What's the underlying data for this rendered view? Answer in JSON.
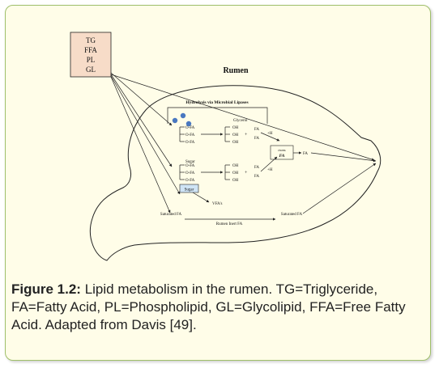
{
  "diagram": {
    "input_box": [
      "TG",
      "FFA",
      "PL",
      "GL"
    ],
    "rumen_label": "Rumen",
    "hydrolysis_label": "Hydrolysis via Microbial Lipases",
    "glycerol_label": "Glycerol",
    "sugar_label": "Sugar",
    "sugar_box": "Sugar",
    "o_fa": "O-FA",
    "oh": "OH",
    "plus": "+",
    "fa": "FA",
    "plus_h": "+H",
    "trans_fa_line1": "trans",
    "trans_fa_line2": "FA",
    "arrow_fa": "FA",
    "vfa_label": "VFA's",
    "saturated_fa": "Saturated FA",
    "rumen_inert_fa": "Rumen Inert FA"
  },
  "caption": {
    "label": "Figure 1.2:",
    "text": " Lipid metabolism in the rumen. TG=Triglyceride, FA=Fatty Acid, PL=Phospholipid, GL=Glycolipid, FFA=Free Fatty Acid. Adapted from Davis [49]."
  },
  "colors": {
    "frame_bg": "#fffde8",
    "frame_border": "#9fbf6a",
    "input_box_fill": "#f7dcc8",
    "bubble_blue": "#4a78c0",
    "sugar_box_fill": "#cfe4f5"
  }
}
